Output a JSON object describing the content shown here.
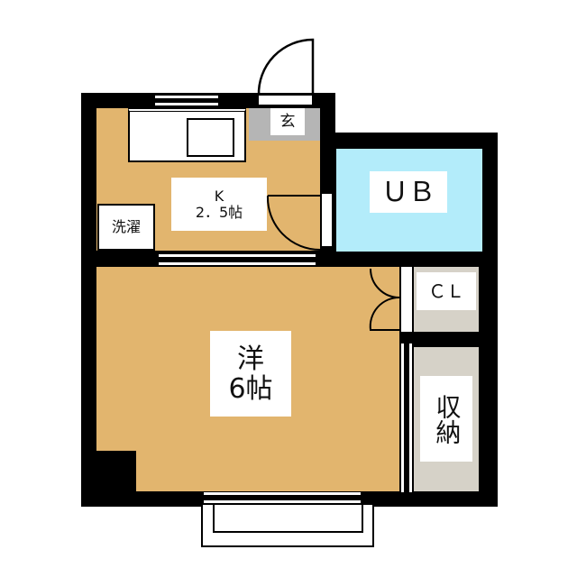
{
  "rooms": {
    "entrance": "玄",
    "kitchen": {
      "name": "K",
      "size": "2．5帖"
    },
    "laundry": "洗濯",
    "bath": "ＵＢ",
    "western_room": {
      "name": "洋",
      "size": "6帖"
    },
    "closet": "ＣＬ",
    "storage": "収納"
  },
  "colors": {
    "floor": "#e2b56e",
    "bath": "#b3ecfa",
    "storage": "#d6d2c8",
    "entrance": "#b5b5b5",
    "wall": "#000000"
  }
}
